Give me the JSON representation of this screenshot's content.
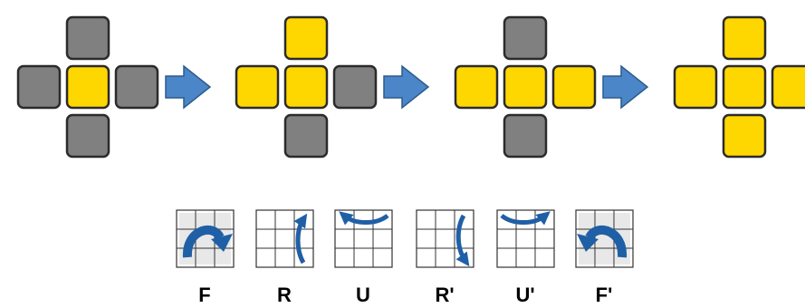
{
  "colors": {
    "yellow": "#ffd700",
    "gray": "#808080",
    "arrow": "#4a86c8",
    "move_arrow": "#1f5fa6"
  },
  "stages": [
    {
      "top": "gray",
      "left": "gray",
      "center": "yellow",
      "right": "gray",
      "bottom": "gray"
    },
    {
      "top": "yellow",
      "left": "yellow",
      "center": "yellow",
      "right": "gray",
      "bottom": "gray"
    },
    {
      "top": "gray",
      "left": "yellow",
      "center": "yellow",
      "right": "yellow",
      "bottom": "gray"
    },
    {
      "top": "yellow",
      "left": "yellow",
      "center": "yellow",
      "right": "yellow",
      "bottom": "yellow"
    }
  ],
  "moves": [
    {
      "label": "F",
      "icon": "rotate-front-clockwise-icon"
    },
    {
      "label": "R",
      "icon": "rotate-right-up-icon"
    },
    {
      "label": "U",
      "icon": "rotate-top-left-icon"
    },
    {
      "label": "R'",
      "icon": "rotate-right-down-icon"
    },
    {
      "label": "U'",
      "icon": "rotate-top-right-icon"
    },
    {
      "label": "F'",
      "icon": "rotate-front-counterclockwise-icon"
    }
  ]
}
